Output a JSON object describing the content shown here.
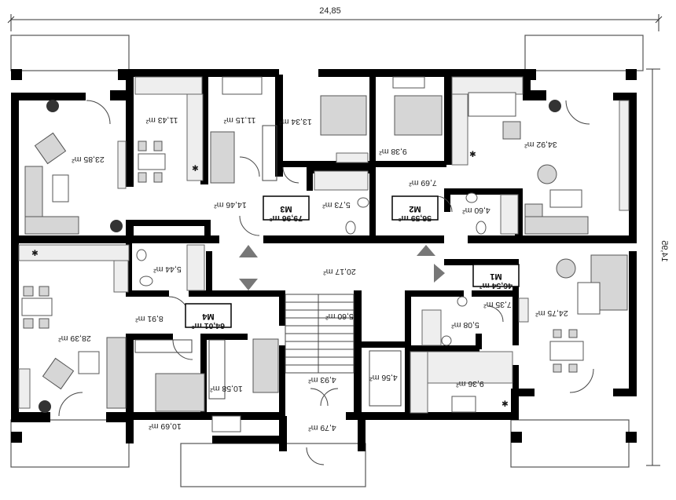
{
  "dimensions": {
    "width_top": "24,85",
    "height_right": "14,95"
  },
  "apartments": [
    {
      "id": "M1",
      "area": "46,54 m²"
    },
    {
      "id": "M2",
      "area": "56,59 m²"
    },
    {
      "id": "M3",
      "area": "79,96 m²"
    },
    {
      "id": "M4",
      "area": "64,01 m²"
    }
  ],
  "rooms": [
    {
      "area": "11,43 m²"
    },
    {
      "area": "11,15 m²"
    },
    {
      "area": "13,34 m²"
    },
    {
      "area": "9,38 m²"
    },
    {
      "area": "34,92 m²"
    },
    {
      "area": "23,85 m²"
    },
    {
      "area": "7,69 m²"
    },
    {
      "area": "5,73 m²"
    },
    {
      "area": "14,46 m²"
    },
    {
      "area": "4,60 m²"
    },
    {
      "area": "5,44 m²"
    },
    {
      "area": "20,17 m²"
    },
    {
      "area": "5,60 m²"
    },
    {
      "area": "7,35 m²"
    },
    {
      "area": "24,75 m²"
    },
    {
      "area": "8,91 m²"
    },
    {
      "area": "28,39 m²"
    },
    {
      "area": "5,08 m²"
    },
    {
      "area": "4,93 m²"
    },
    {
      "area": "4,56 m²"
    },
    {
      "area": "9,36 m²"
    },
    {
      "area": "10,58 m²"
    },
    {
      "area": "10,69 m²"
    },
    {
      "area": "4,79 m²"
    }
  ],
  "icons": [
    "plant-icon",
    "snowflake-icon",
    "sofa-icon",
    "bed-icon",
    "bathtub-icon",
    "toilet-icon",
    "sink-icon",
    "stove-icon",
    "table-icon",
    "armchair-icon",
    "stairs-icon",
    "arrow-icon"
  ],
  "colors": {
    "wall": "#000000",
    "furniture_fill": "#d6d6d6",
    "fixture_fill": "#eeeeee"
  }
}
